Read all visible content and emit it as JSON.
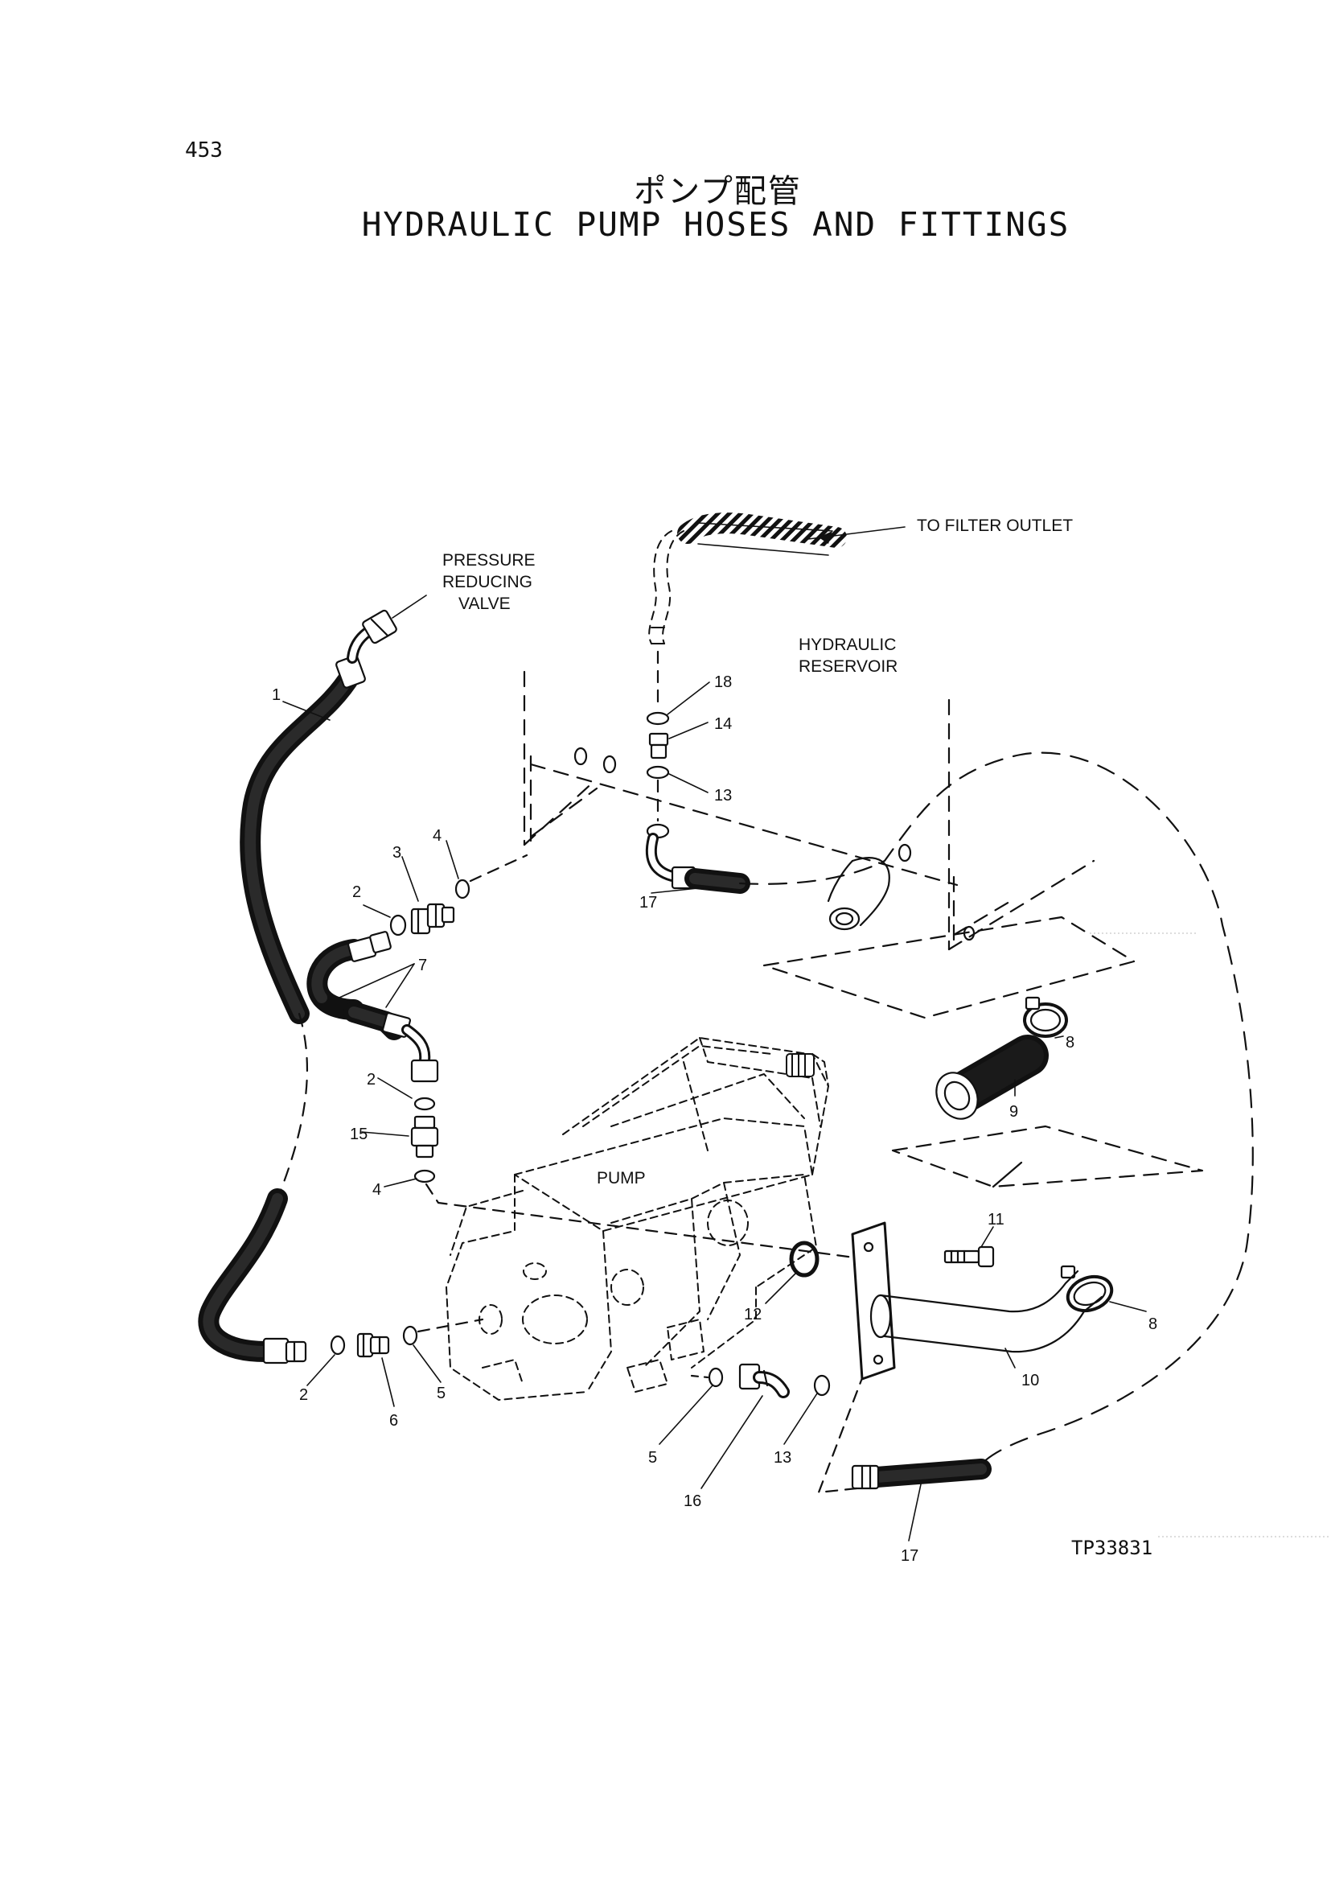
{
  "page_number": "453",
  "title_jp": "ポンプ配管",
  "title_en": "HYDRAULIC PUMP HOSES AND FITTINGS",
  "drawing_code": "TP33831",
  "labels": {
    "pressure_reducing_valve": [
      "PRESSURE",
      "REDUCING",
      "VALVE"
    ],
    "to_filter_outlet": "TO FILTER OUTLET",
    "hydraulic_reservoir": [
      "HYDRAULIC",
      "RESERVOIR"
    ],
    "pump": "PUMP"
  },
  "callouts": {
    "c1": "1",
    "c2a": "2",
    "c2b": "2",
    "c2c": "2",
    "c3": "3",
    "c4a": "4",
    "c4b": "4",
    "c5a": "5",
    "c5b": "5",
    "c6": "6",
    "c7": "7",
    "c8a": "8",
    "c8b": "8",
    "c9": "9",
    "c10": "10",
    "c11": "11",
    "c12": "12",
    "c13a": "13",
    "c13b": "13",
    "c14": "14",
    "c15": "15",
    "c16": "16",
    "c17a": "17",
    "c17b": "17",
    "c18": "18"
  }
}
